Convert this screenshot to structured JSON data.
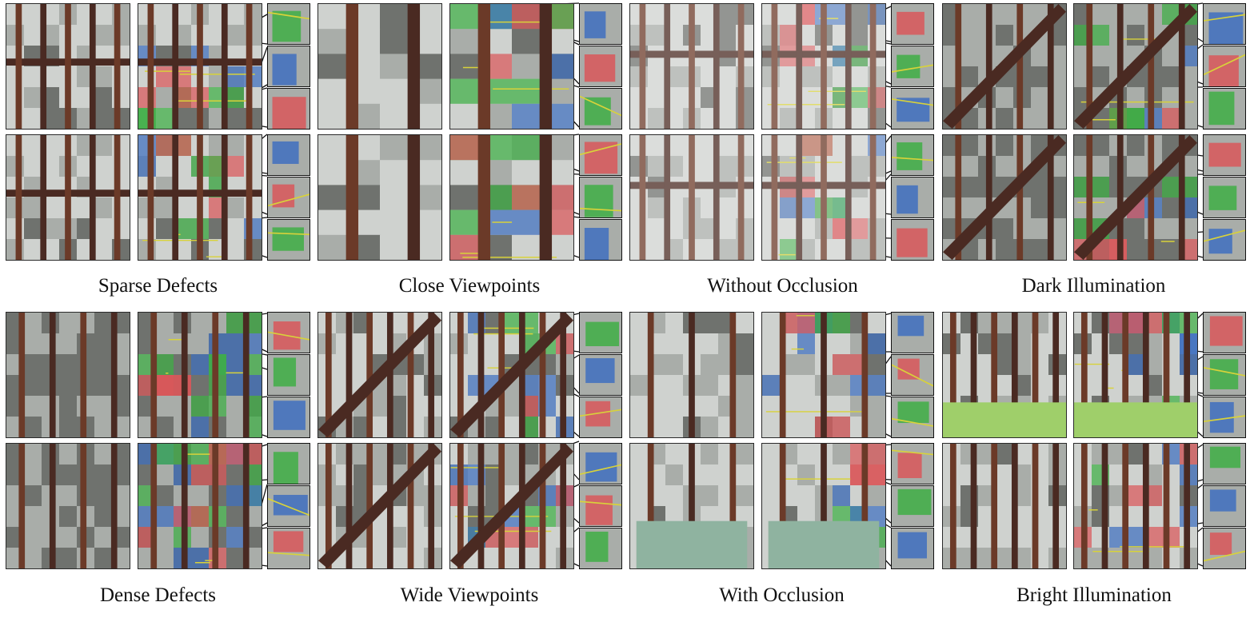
{
  "figure": {
    "captions": {
      "sparse_defects": "Sparse Defects",
      "close_viewpoints": "Close Viewpoints",
      "without_occlusion": "Without Occlusion",
      "dark_illumination": "Dark Illumination",
      "dense_defects": "Dense Defects",
      "wide_viewpoints": "Wide Viewpoints",
      "with_occlusion": "With Occlusion",
      "bright_illumination": "Bright Illumination"
    },
    "segmentation_colors": {
      "class_green": "#3fae45",
      "class_red": "#d9575a",
      "class_blue": "#3f6fbf",
      "class_yellow": "#d8d23a"
    },
    "material_colors": {
      "wood_beam": "#4a2a22",
      "wood_beam_light": "#6b3a28",
      "tile_light": "#cfd2cf",
      "tile_mid": "#a9ada9",
      "tile_dark": "#6f726e",
      "foliage": "#9fcf6a",
      "signboard": "#8fb3a0"
    }
  }
}
